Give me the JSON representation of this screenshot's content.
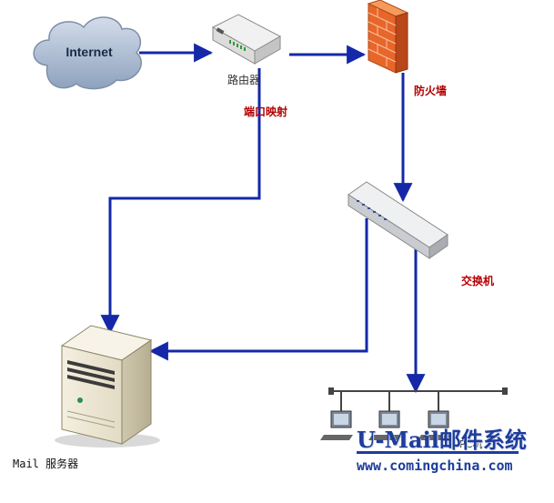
{
  "nodes": {
    "internet": {
      "label": "Internet"
    },
    "router": {
      "label": "路由器"
    },
    "firewall": {
      "label": "防火墙"
    },
    "switch": {
      "label": "交换机"
    },
    "mail_server": {
      "label": "Mail 服务器"
    },
    "pc_group": {
      "label": "PC机"
    }
  },
  "connections": {
    "port_mapping": {
      "label": "端口映射"
    }
  },
  "watermark": {
    "brand": "U-Mail邮件系统",
    "url": "www.comingchina.com"
  },
  "colors": {
    "link_line": "#1428a8",
    "label_red": "#b30000",
    "brand_blue": "#1e3d9c",
    "cloud_fill": "#9fb1c9",
    "firewall_brick": "#e8662a"
  }
}
